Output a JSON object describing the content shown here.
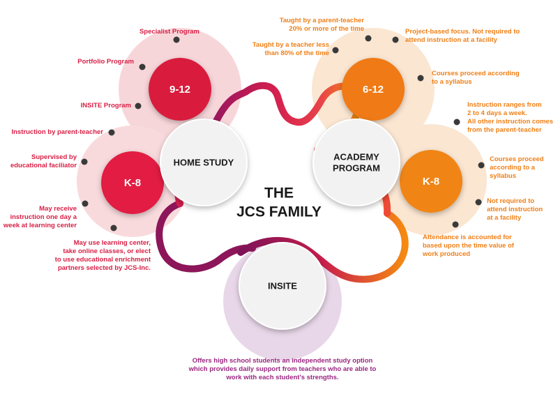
{
  "center": {
    "line1": "THE",
    "line2": "JCS FAMILY"
  },
  "home_study": {
    "hub_label": "HOME STUDY",
    "grade_high": "9-12",
    "grade_low": "K-8",
    "notes": {
      "specialist": "Specialist Program",
      "portfolio": "Portfolio Program",
      "insite": "INSITE Program",
      "instruction": "Instruction by parent-teacher",
      "supervised": "Supervised by\neducational faciliator",
      "receive": "May receive\ninstruction one day a\nweek at learning center",
      "learning": "May use learning center,\ntake online classes, or elect\nto use educational enrichment\npartners selected by JCS-Inc."
    }
  },
  "academy": {
    "hub_label_1": "ACADEMY",
    "hub_label_2": "PROGRAM",
    "grade_high": "6-12",
    "grade_low": "K-8",
    "notes": {
      "parent_teacher": "Taught by a parent-teacher\n20% or more of the time",
      "teacher_less": "Taught by a teacher less\nthan 80% of the time",
      "project": "Project-based focus. Not required to\nattend instruction at a facility",
      "courses_612": "Courses proceed according\nto a syllabus",
      "instruction_range": "Instruction ranges from\n2 to 4 days a week.\nAll other instruction comes\nfrom the parent-teacher",
      "courses_k8": "Courses proceed\naccording to a\nsyllabus",
      "not_required": "Not required to\nattend instruction\nat a facility",
      "attendance": "Attendance is accounted for\nbased upon the time value of\nwork produced"
    }
  },
  "insite": {
    "hub_label": "INSITE",
    "note": "Offers high school students an independent study option\nwhich provides daily support from teachers who are able to\nwork with each student's strengths."
  }
}
